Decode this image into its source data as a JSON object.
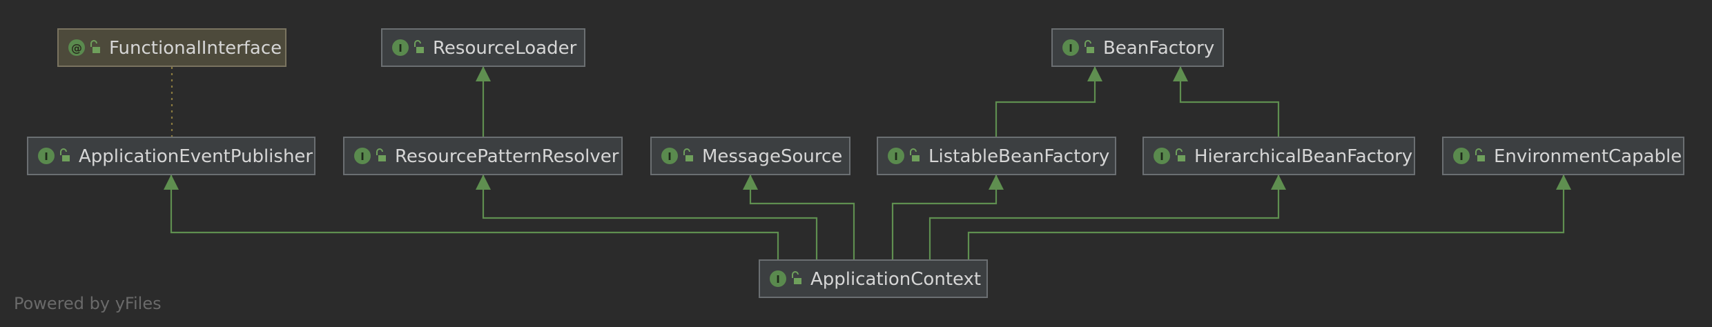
{
  "diagram": {
    "footer": "Powered by yFiles",
    "nodes": {
      "functional_interface": {
        "label": "FunctionalInterface",
        "badge": "@"
      },
      "resource_loader": {
        "label": "ResourceLoader",
        "badge": "I"
      },
      "bean_factory": {
        "label": "BeanFactory",
        "badge": "I"
      },
      "application_event_publisher": {
        "label": "ApplicationEventPublisher",
        "badge": "I"
      },
      "resource_pattern_resolver": {
        "label": "ResourcePatternResolver",
        "badge": "I"
      },
      "message_source": {
        "label": "MessageSource",
        "badge": "I"
      },
      "listable_bean_factory": {
        "label": "ListableBeanFactory",
        "badge": "I"
      },
      "hierarchical_bean_factory": {
        "label": "HierarchicalBeanFactory",
        "badge": "I"
      },
      "environment_capable": {
        "label": "EnvironmentCapable",
        "badge": "I"
      },
      "application_context": {
        "label": "ApplicationContext",
        "badge": "I"
      }
    },
    "edges": [
      {
        "from": "application_context",
        "to": "application_event_publisher",
        "style": "inheritance"
      },
      {
        "from": "application_context",
        "to": "resource_pattern_resolver",
        "style": "inheritance"
      },
      {
        "from": "application_context",
        "to": "message_source",
        "style": "inheritance"
      },
      {
        "from": "application_context",
        "to": "listable_bean_factory",
        "style": "inheritance"
      },
      {
        "from": "application_context",
        "to": "hierarchical_bean_factory",
        "style": "inheritance"
      },
      {
        "from": "application_context",
        "to": "environment_capable",
        "style": "inheritance"
      },
      {
        "from": "resource_pattern_resolver",
        "to": "resource_loader",
        "style": "inheritance"
      },
      {
        "from": "listable_bean_factory",
        "to": "bean_factory",
        "style": "inheritance"
      },
      {
        "from": "hierarchical_bean_factory",
        "to": "bean_factory",
        "style": "inheritance"
      },
      {
        "from": "application_event_publisher",
        "to": "functional_interface",
        "style": "annotation"
      }
    ],
    "colors": {
      "background": "#2b2b2b",
      "edge": "#5f8f50",
      "annotation_edge": "#8a7a40",
      "badge": "#5a8a4e"
    }
  }
}
